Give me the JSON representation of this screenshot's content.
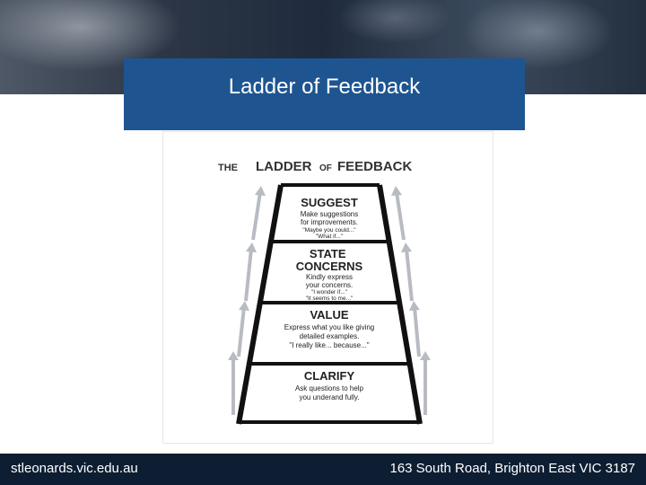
{
  "slide": {
    "title": "Ladder of Feedback"
  },
  "diagram": {
    "heading": {
      "the": "THE",
      "ladder": "LADDER",
      "of": "OF",
      "feedback": "FEEDBACK"
    },
    "rungs": [
      {
        "name": "SUGGEST",
        "lines": [
          "Make suggestions",
          "for improvements.",
          "\"Maybe you could...\"",
          "\"What if...\""
        ]
      },
      {
        "name": "STATE CONCERNS",
        "lines": [
          "Kindly express",
          "your concerns.",
          "\"I wonder if...\"",
          "\"It seems to me...\""
        ]
      },
      {
        "name": "VALUE",
        "lines": [
          "Express what you like giving",
          "detailed examples.",
          "\"I really like... because...\""
        ]
      },
      {
        "name": "CLARIFY",
        "lines": [
          "Ask questions to help",
          "you underand fully."
        ]
      }
    ]
  },
  "footer": {
    "left": "stleonards.vic.edu.au",
    "right": "163 South Road, Brighton East VIC 3187"
  }
}
